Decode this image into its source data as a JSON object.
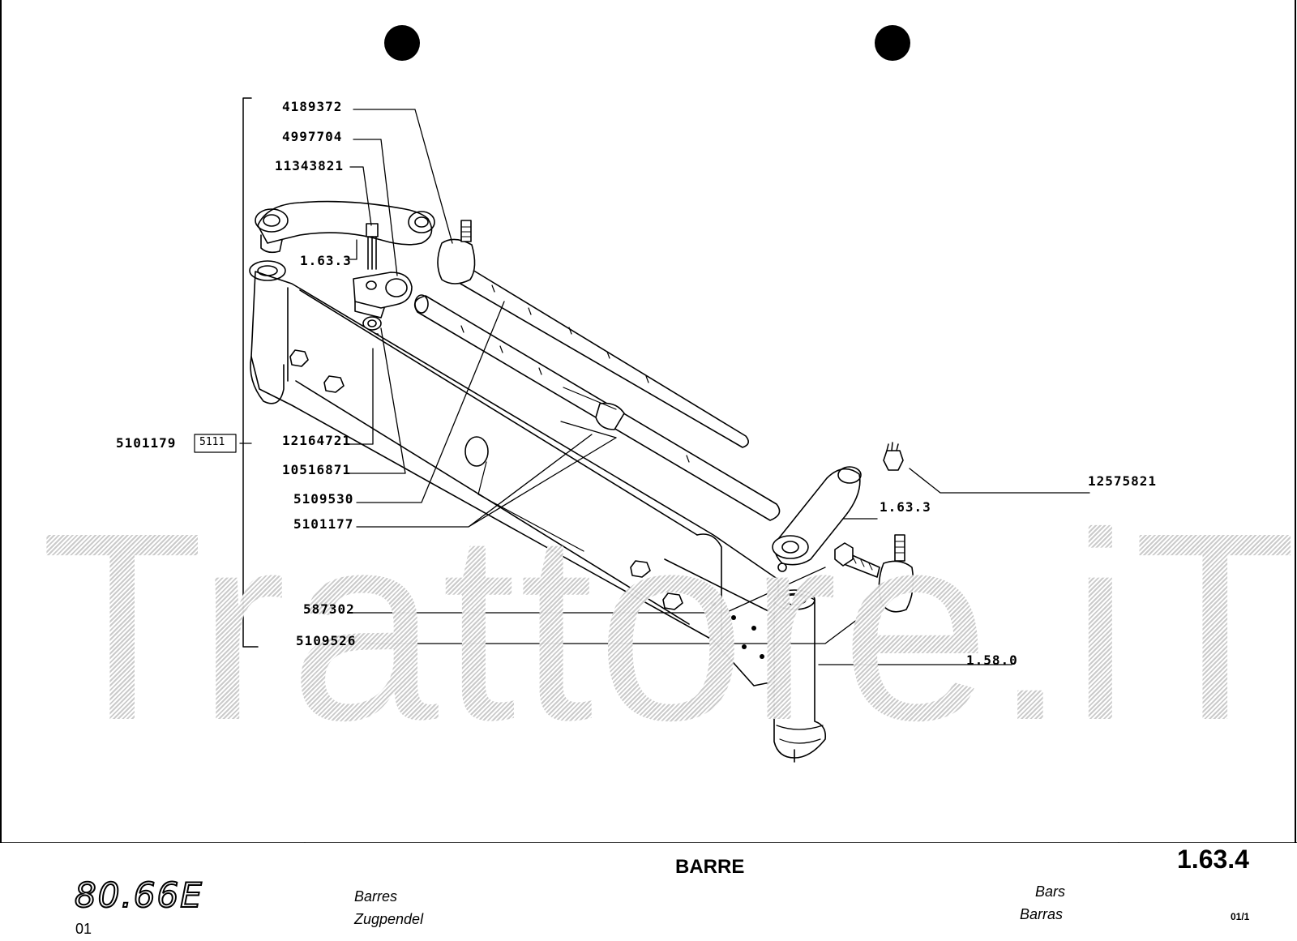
{
  "diagram": {
    "part_labels": {
      "p4189372": "4189372",
      "p4997704": "4997704",
      "p11343821": "11343821",
      "p1633a": "1.63.3",
      "p5101179": "5101179",
      "p5111": "5111",
      "p12164721": "12164721",
      "p10516871": "10516871",
      "p5109530": "5109530",
      "p5101177": "5101177",
      "p587302": "587302",
      "p5109526": "5109526",
      "p12575821": "12575821",
      "p1633b": "1.63.3",
      "p1580": "1.58.0"
    },
    "watermark": "Trattore.iT"
  },
  "title_block": {
    "model": "80.66E",
    "model_sub": "01",
    "title_it": "BARRE",
    "title_fr": "Barres",
    "title_de": "Zugpendel",
    "title_en": "Bars",
    "title_es": "Barras",
    "page_number": "1.63.4",
    "sheet": "01/1"
  }
}
